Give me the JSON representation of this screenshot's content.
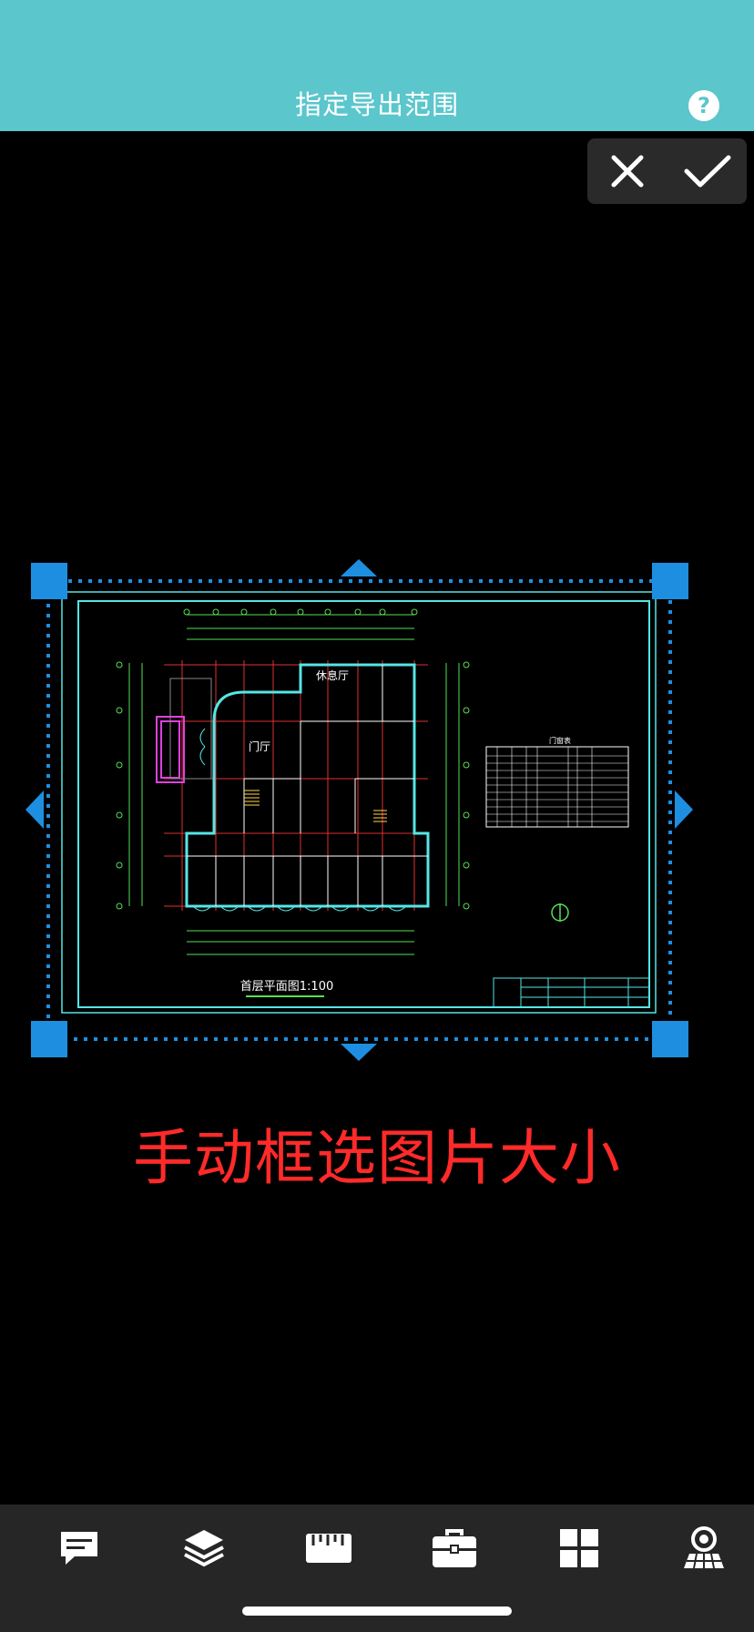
{
  "header": {
    "title": "指定导出范围",
    "help_icon_text": "?"
  },
  "actions": {
    "cancel_icon": "close-icon",
    "confirm_icon": "check-icon"
  },
  "drawing": {
    "plan_title": "首层平面图1:100",
    "room_label_1": "休息厅",
    "room_label_2": "门厅",
    "table_title": "门窗表"
  },
  "overlay_text": "手动框选图片大小",
  "toolbar": {
    "items": [
      "comment-icon",
      "layers-icon",
      "ruler-icon",
      "toolbox-icon",
      "grid-icon",
      "view-icon"
    ]
  },
  "colors": {
    "header_bg": "#5bc6cc",
    "selection_blue": "#1e8fe0",
    "overlay_text": "#ff2a2a",
    "cad_cyan": "#55e6e6",
    "cad_red": "#e03030",
    "cad_green": "#55e055"
  }
}
